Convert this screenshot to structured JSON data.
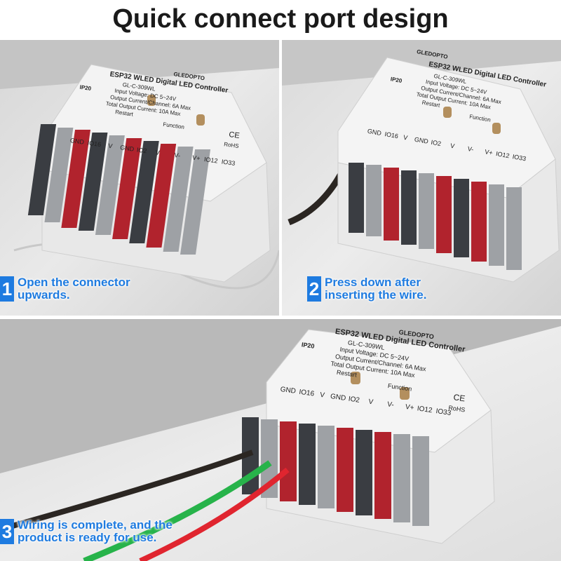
{
  "title": "Quick connect port design",
  "colors": {
    "step_blue": "#1e7be0",
    "red_lever": "#b1232d",
    "gray_lever": "#9ea1a5",
    "dark_lever": "#3a3d42",
    "wire_green": "#27b34a",
    "wire_red": "#e0252f",
    "wire_black": "#2b2622"
  },
  "device": {
    "brand": "GLEDOPTO",
    "name": "ESP32 WLED Digital LED Controller",
    "model": "GL-C-309WL",
    "input_voltage": "Input Voltage: DC 5~24V",
    "output_current": "Output Current/Channel: 6A Max",
    "total_current": "Total Output Current: 10A Max",
    "restart": "Restart",
    "function": "Function",
    "ip_rating": "IP20",
    "ce": "CE",
    "rohs": "RoHS",
    "ports": [
      "GND",
      "IO16",
      "V",
      "GND",
      "IO2",
      "V",
      "V-",
      "V+",
      "IO12",
      "IO33"
    ]
  },
  "steps": [
    {
      "number": "1",
      "lines": [
        "Open the connector",
        "upwards."
      ]
    },
    {
      "number": "2",
      "lines": [
        "Press down after",
        "inserting the wire."
      ]
    },
    {
      "number": "3",
      "lines": [
        "Wiring is complete, and the",
        "product is ready for use."
      ]
    }
  ]
}
